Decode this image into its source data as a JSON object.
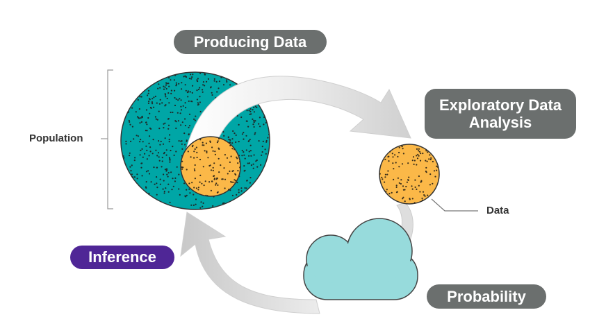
{
  "pills": {
    "producing": "Producing Data",
    "eda": "Exploratory Data\nAnalysis",
    "inference": "Inference",
    "probability": "Probability"
  },
  "labels": {
    "population": "Population",
    "data": "Data"
  },
  "colors": {
    "population_fill": "#00a6a6",
    "sample_fill": "#fbb848",
    "cloud_fill": "#97dbdc",
    "pill_gray": "#6b6f6e",
    "pill_purple": "#4f2696",
    "arrow": "#d4d4d4"
  }
}
